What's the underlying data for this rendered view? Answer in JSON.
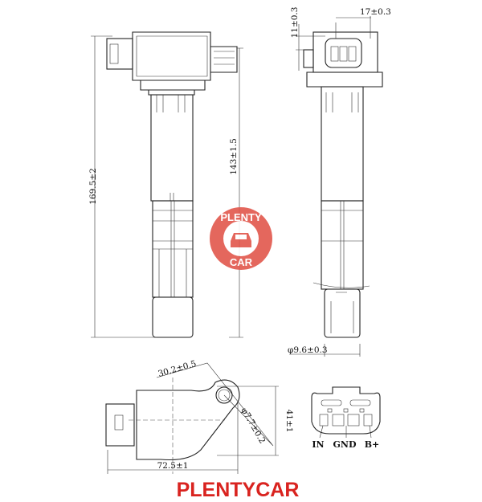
{
  "dimensions": {
    "overall_length": "169.5±2",
    "body_length": "143±1.5",
    "connector_height": "11±0.3",
    "connector_width": "17±0.3",
    "tip_diameter": "φ9.6±0.3",
    "mount_offset": "30.2±0.5",
    "bolt_hole_diameter": "φ7.7±0.2",
    "base_width": "41±1",
    "base_length": "72.5±1"
  },
  "pins": [
    "IN",
    "GND",
    "B+"
  ],
  "watermark": {
    "top": "PLENTY",
    "bottom": "CAR",
    "color": "#e2574c"
  },
  "brand": {
    "name": "PLENTYCAR",
    "color": "#d9231f"
  }
}
